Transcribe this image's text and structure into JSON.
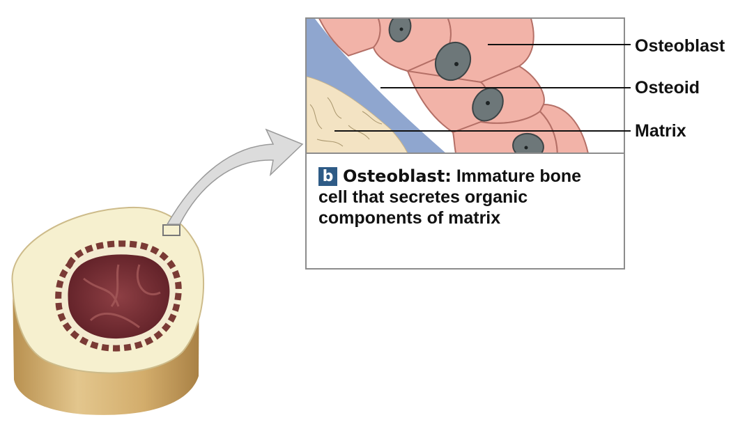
{
  "labels": {
    "osteoblast": "Osteoblast",
    "osteoid": "Osteoid",
    "matrix": "Matrix"
  },
  "caption": {
    "badge": "b",
    "term": "Osteoblast:",
    "description": "Immature bone cell that secretes organic components of matrix"
  },
  "colors": {
    "osteoblast_cell": "#f2b3a8",
    "osteoid": "#8fa6cf",
    "matrix": "#f3e3c3",
    "nucleus": "#6d7779",
    "marrow": "#7a2f35",
    "bone_outer": "#d4b27a",
    "bone_surface": "#f6f0cf",
    "badge": "#2e5b86"
  }
}
